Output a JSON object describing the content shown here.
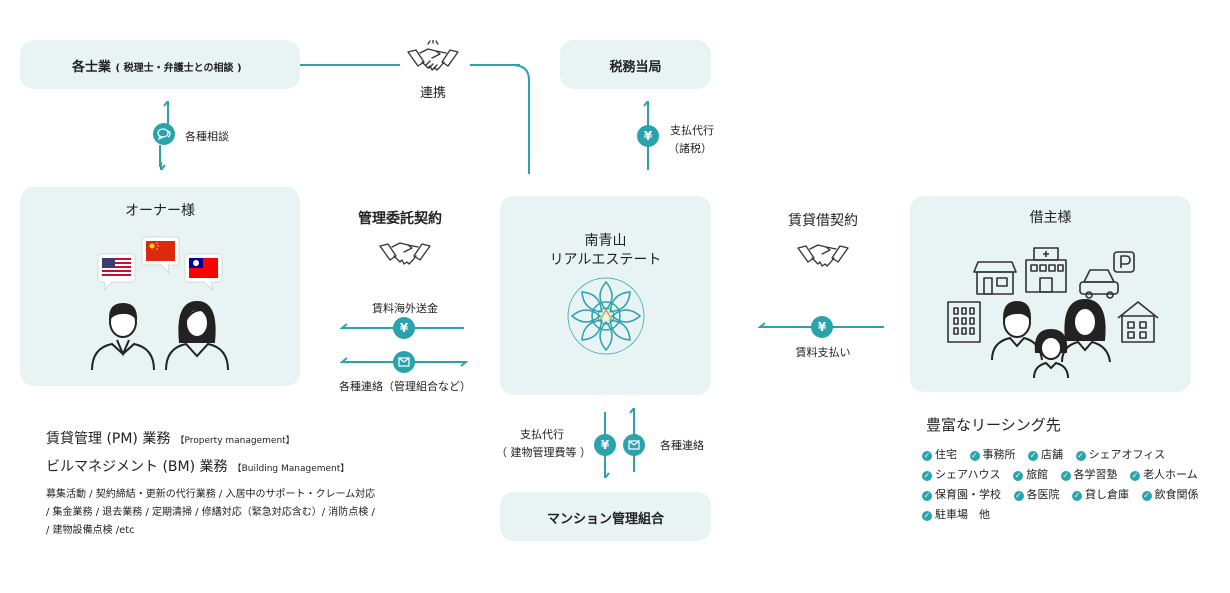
{
  "professionals": {
    "title": "各士業",
    "subtitle": "( 税理士・弁護士との相談 )"
  },
  "tax_office": {
    "title": "税務当局"
  },
  "partnership": {
    "label": "連携"
  },
  "consultation": {
    "label": "各種相談"
  },
  "tax_payment": {
    "line1": "支払代行",
    "line2": "（諸税）"
  },
  "owner": {
    "title": "オーナー様"
  },
  "management_contract": {
    "title": "管理委託契約",
    "overseas_remit": "賃料海外送金",
    "contact": "各種連絡（管理組合など）"
  },
  "company": {
    "line1": "南青山",
    "line2": "リアルエステート"
  },
  "lease_contract": {
    "title": "賃貸借契約",
    "rent_payment": "賃料支払い"
  },
  "tenant": {
    "title": "借主様"
  },
  "services": {
    "pm_title": "賃貸管理 (PM) 業務",
    "pm_tag": "【Property management】",
    "bm_title": "ビルマネジメント (BM) 業務",
    "bm_tag": "【Building Management】",
    "desc1": "募集活動 / 契約締結・更新の代行業務 / 入居中のサポート・クレーム対応",
    "desc2": "/ 集金業務 / 退去業務 / 定期清掃 / 修繕対応（緊急対応含む）/ 消防点検 /",
    "desc3": "/ 建物設備点検 /etc"
  },
  "mansion_payment": {
    "line1": "支払代行",
    "line2": "（ 建物管理費等 ）"
  },
  "mansion_contact": {
    "label": "各種連絡"
  },
  "mansion": {
    "title": "マンション管理組合"
  },
  "leasing": {
    "title": "豊富なリーシング先",
    "row1": [
      "住宅",
      "事務所",
      "店舗",
      "シェアオフィス"
    ],
    "row2": [
      "シェアハウス",
      "旅館",
      "各学習塾",
      "老人ホーム"
    ],
    "row3": [
      "保育園・学校",
      "各医院",
      "貸し倉庫",
      "飲食関係"
    ],
    "row4": [
      "駐車場　他"
    ]
  },
  "colors": {
    "accent": "#2aa3ad",
    "box": "#e8f3f3",
    "flag_cn": "#de2910",
    "flag_tw": "#fe0000"
  },
  "icons": [
    "handshake-icon",
    "chat-icon",
    "yen-icon",
    "mail-icon",
    "flag-us-icon",
    "flag-cn-icon",
    "flag-tw-icon",
    "person-icon",
    "building-icon",
    "logo-mandala-icon"
  ]
}
